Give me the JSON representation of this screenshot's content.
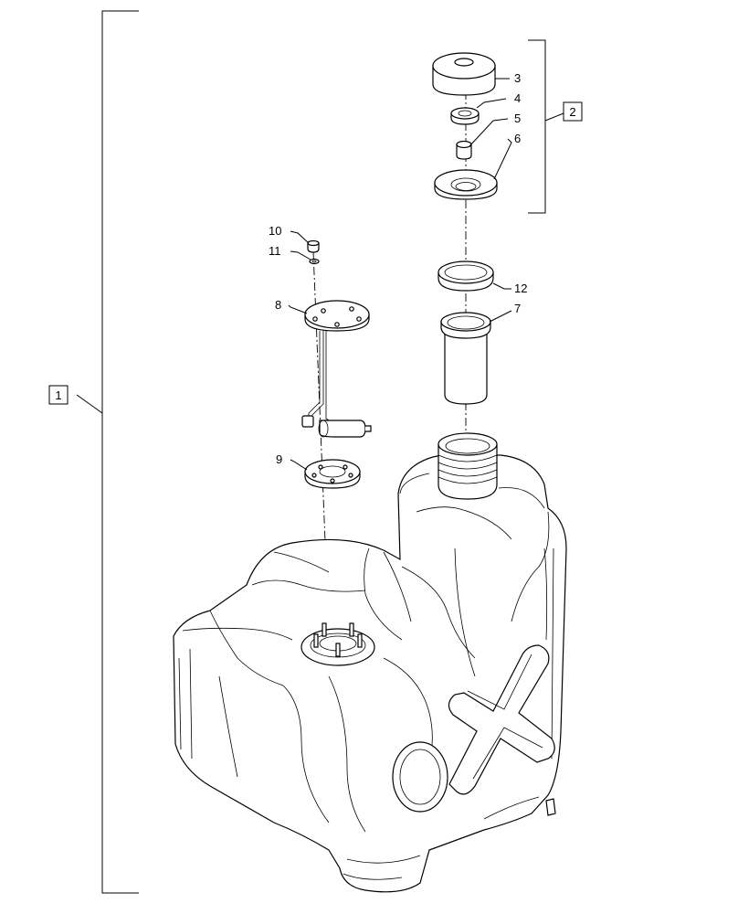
{
  "assembly_labels": {
    "main": "1",
    "cap_group": "2"
  },
  "callouts": {
    "c3": "3",
    "c4": "4",
    "c5": "5",
    "c6": "6",
    "c7": "7",
    "c8": "8",
    "c9": "9",
    "c10": "10",
    "c11": "11",
    "c12": "12"
  }
}
